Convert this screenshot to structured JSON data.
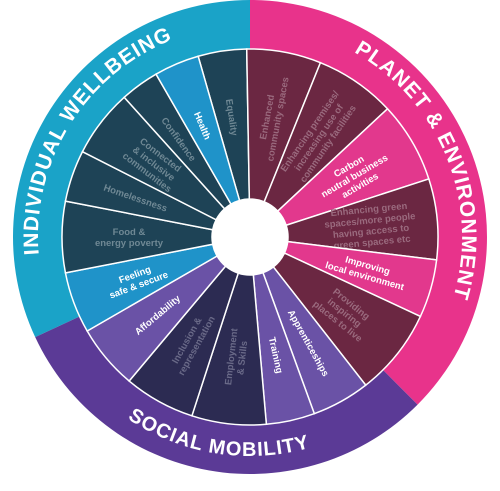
{
  "center_color": "#ffffff",
  "outer_ring": [
    {
      "label": "INDIVIDUAL WELLBEING",
      "color": "#1aa3c8"
    },
    {
      "label": "PLANET & ENVIRONMENT",
      "color": "#e8338b"
    },
    {
      "label": "SOCIAL MOBILITY",
      "color": "#5b3a96"
    }
  ],
  "segments": [
    {
      "label": [
        "Equality"
      ],
      "color": "#1e4356",
      "text_color": "#6f8894"
    },
    {
      "label": [
        "Enhanced",
        "community spaces"
      ],
      "color": "#6b2742",
      "text_color": "#9a6a7e"
    },
    {
      "label": [
        "Enhancing premises/",
        "increasing use of",
        "community facilities"
      ],
      "color": "#6b2742",
      "text_color": "#9a6a7e"
    },
    {
      "label": [
        "Carbon",
        "neutral business",
        "activities"
      ],
      "color": "#e2388d",
      "text_color": "#ffffff"
    },
    {
      "label": [
        "Enhancing green",
        "spaces/more people",
        "having access to",
        "green spaces etc"
      ],
      "color": "#6b2742",
      "text_color": "#9a6a7e"
    },
    {
      "label": [
        "Improving",
        "local environment"
      ],
      "color": "#e2388d",
      "text_color": "#ffffff"
    },
    {
      "label": [
        "Providing",
        "inspiring",
        "places to live"
      ],
      "color": "#6b2742",
      "text_color": "#9a6a7e"
    },
    {
      "label": [
        "Apprenticeships"
      ],
      "color": "#6a52a6",
      "text_color": "#ffffff"
    },
    {
      "label": [
        "Training"
      ],
      "color": "#6a52a6",
      "text_color": "#ffffff"
    },
    {
      "label": [
        "Employment",
        "& Skills"
      ],
      "color": "#2c2b52",
      "text_color": "#6a6a88"
    },
    {
      "label": [
        "Inclusion &",
        "representation"
      ],
      "color": "#2c2b52",
      "text_color": "#6a6a88"
    },
    {
      "label": [
        "Affordability"
      ],
      "color": "#6a52a6",
      "text_color": "#ffffff"
    },
    {
      "label": [
        "Feeling",
        "safe & secure"
      ],
      "color": "#1f93c9",
      "text_color": "#ffffff"
    },
    {
      "label": [
        "Food &",
        "energy poverty"
      ],
      "color": "#1e4356",
      "text_color": "#6f8894"
    },
    {
      "label": [
        "Homelessness"
      ],
      "color": "#1e4356",
      "text_color": "#6f8894"
    },
    {
      "label": [
        "Connected",
        "& inclusive",
        "communities"
      ],
      "color": "#1e4356",
      "text_color": "#6f8894"
    },
    {
      "label": [
        "Confidence"
      ],
      "color": "#1e4356",
      "text_color": "#6f8894"
    },
    {
      "label": [
        "Health"
      ],
      "color": "#1f93c9",
      "text_color": "#ffffff"
    }
  ]
}
